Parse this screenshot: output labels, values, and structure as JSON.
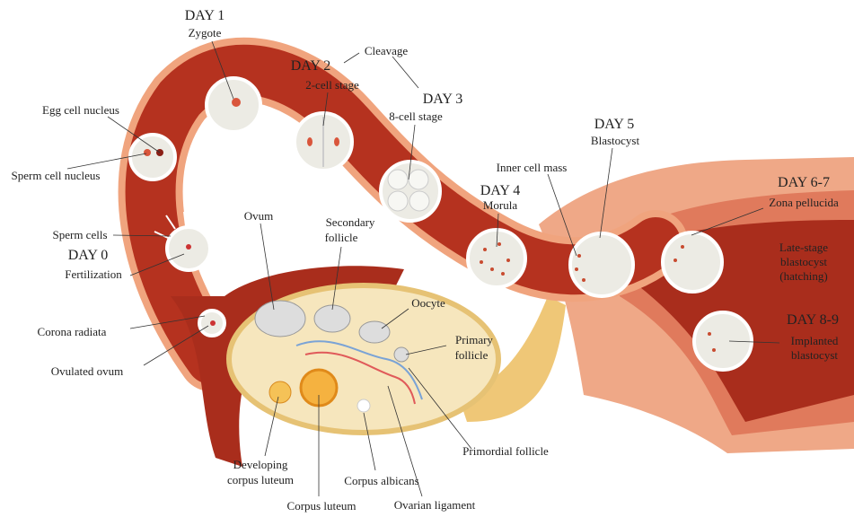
{
  "title": "Fertilization and implantation stages",
  "stages": {
    "day0": {
      "day": "DAY 0",
      "name": "Fertilization"
    },
    "day1": {
      "day": "DAY 1",
      "name": "Zygote"
    },
    "cleavage": "Cleavage",
    "day2": {
      "day": "DAY 2",
      "name": "2-cell stage"
    },
    "day3": {
      "day": "DAY 3",
      "name": "8-cell stage"
    },
    "day4": {
      "day": "DAY 4",
      "name": "Morula"
    },
    "day5": {
      "day": "DAY 5",
      "name": "Blastocyst"
    },
    "day67": {
      "day": "DAY 6-7",
      "name": "Zona pellucida",
      "extra": [
        "Late-stage",
        "blastocyst",
        "(hatching)"
      ]
    },
    "day89": {
      "day": "DAY 8-9",
      "name": [
        "Implanted",
        "blastocyst"
      ]
    }
  },
  "labels": {
    "egg_nucleus": "Egg cell nucleus",
    "sperm_nucleus": "Sperm cell nucleus",
    "sperm_cells": "Sperm cells",
    "corona": "Corona radiata",
    "ovulated": "Ovulated ovum",
    "ovum": "Ovum",
    "secondary": [
      "Secondary",
      "follicle"
    ],
    "oocyte": "Oocyte",
    "primary": [
      "Primary",
      "follicle"
    ],
    "inner_mass": "Inner cell mass",
    "dev_luteum": [
      "Developing",
      "corpus luteum"
    ],
    "luteum": "Corpus luteum",
    "albicans": "Corpus albicans",
    "primordial": "Primordial follicle",
    "ligament": "Ovarian ligament"
  },
  "colors": {
    "tube_outer": "#f0a47e",
    "tube": "#b5321f",
    "uterus": "#e8866a",
    "ovary": "#f6e6bd",
    "ligament": "#efc777",
    "cell": "#ecebe4"
  }
}
